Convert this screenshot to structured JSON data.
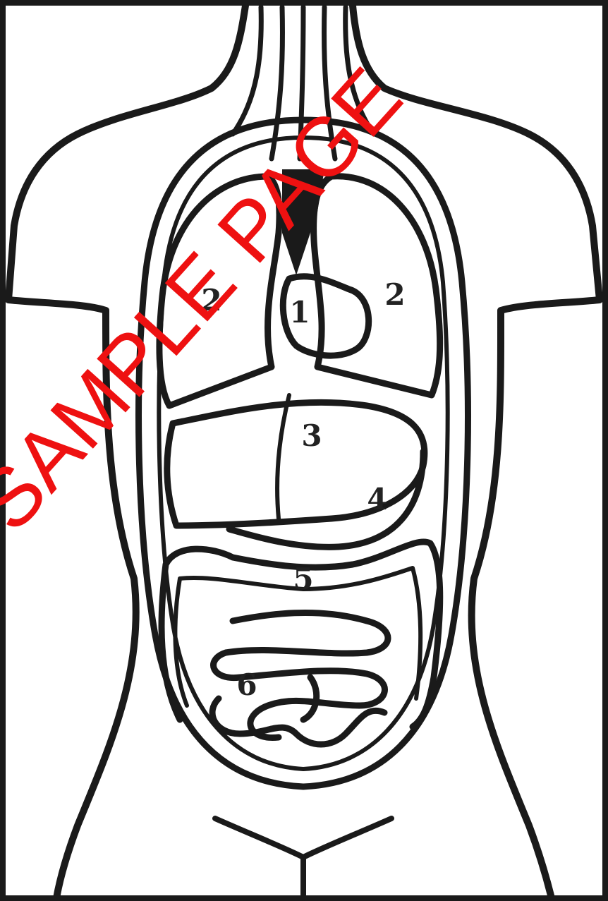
{
  "diagram": {
    "labels": [
      {
        "id": "heart",
        "text": "1"
      },
      {
        "id": "lung-left",
        "text": "2"
      },
      {
        "id": "lung-right",
        "text": "2"
      },
      {
        "id": "liver",
        "text": "3"
      },
      {
        "id": "stomach",
        "text": "4"
      },
      {
        "id": "large-intestine",
        "text": "5"
      },
      {
        "id": "small-intestine",
        "text": "6"
      }
    ],
    "watermark": "SAMPLE PAGE"
  },
  "colors": {
    "outline": "#1a1a1a",
    "watermark": "#ee1111",
    "background": "#ffffff"
  }
}
